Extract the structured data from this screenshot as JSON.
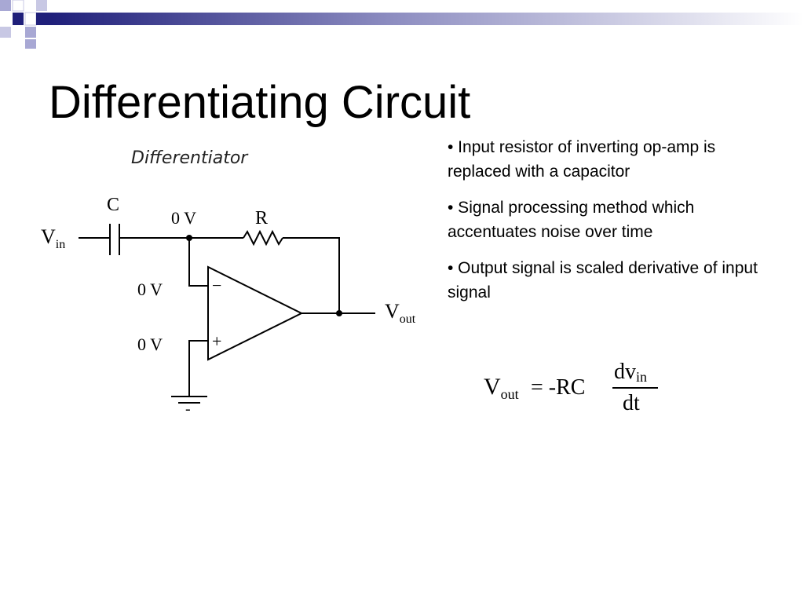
{
  "slide": {
    "title": "Differentiating Circuit",
    "accent_color": "#1f1f7a",
    "bullets": [
      "• Input resistor of inverting op-amp is replaced with a capacitor",
      "• Signal processing method which accentuates noise over time",
      "• Output signal is scaled derivative of input signal"
    ]
  },
  "circuit": {
    "heading": "Differentiator",
    "labels": {
      "capacitor": "C",
      "resistor": "R",
      "node_voltage": "0 V",
      "inverting_input_voltage": "0 V",
      "noninverting_input_voltage": "0 V",
      "v": "V",
      "in_sub": "in",
      "out_sub": "out",
      "minus_sign": "−",
      "plus_sign": "+",
      "ground_mark": "-"
    }
  },
  "formula": {
    "v": "V",
    "out_sub": "out",
    "equals_rc": "= -RC",
    "numerator_dv": "dv",
    "in_sub": "in",
    "denominator": "dt"
  }
}
